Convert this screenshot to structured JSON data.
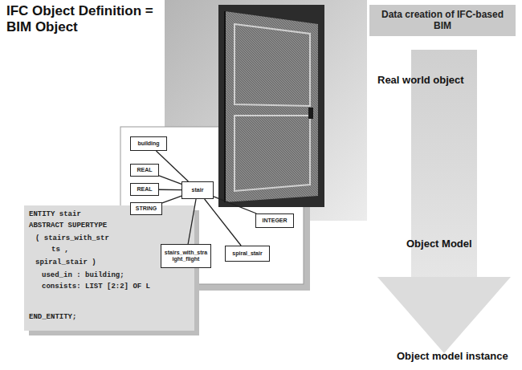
{
  "diagram": {
    "title": "IFC Object Definition = BIM Object",
    "nodes": [
      {
        "text": [
          "Data creation of IFC-based BIM"
        ]
      },
      {
        "text": [
          "building"
        ]
      },
      {
        "text": [
          "REAL"
        ]
      },
      {
        "text": [
          "REAL"
        ]
      },
      {
        "text": [
          "STRING"
        ]
      },
      {
        "text": [
          "stair"
        ]
      },
      {
        "text": [
          "stairs_with_straight_flight"
        ]
      },
      {
        "text": [
          "spiral_stair"
        ]
      },
      {
        "text": [
          "INTEGER"
        ]
      }
    ],
    "edges": [
      {
        "from": 1,
        "to": 5,
        "arrow": "none"
      },
      {
        "from": 2,
        "to": 5,
        "arrow": "none"
      },
      {
        "from": 3,
        "to": 5,
        "arrow": "none"
      },
      {
        "from": 4,
        "to": 5,
        "arrow": "none"
      },
      {
        "from": 5,
        "to": 6,
        "arrow": "none"
      },
      {
        "from": 5,
        "to": 7,
        "arrow": "none"
      },
      {
        "from": 5,
        "to": 8,
        "arrow": "none"
      }
    ],
    "labels": [
      "Real world object",
      "Object Model",
      "Object model instance",
      "ENTITY stair",
      "ABSTRACT SUPERTYPE",
      "( stairs_with_str",
      "ts ,",
      "spiral_stair )",
      "used_in : building;",
      "consists: LIST [2:2] OF L",
      "END_ENTITY;"
    ]
  }
}
